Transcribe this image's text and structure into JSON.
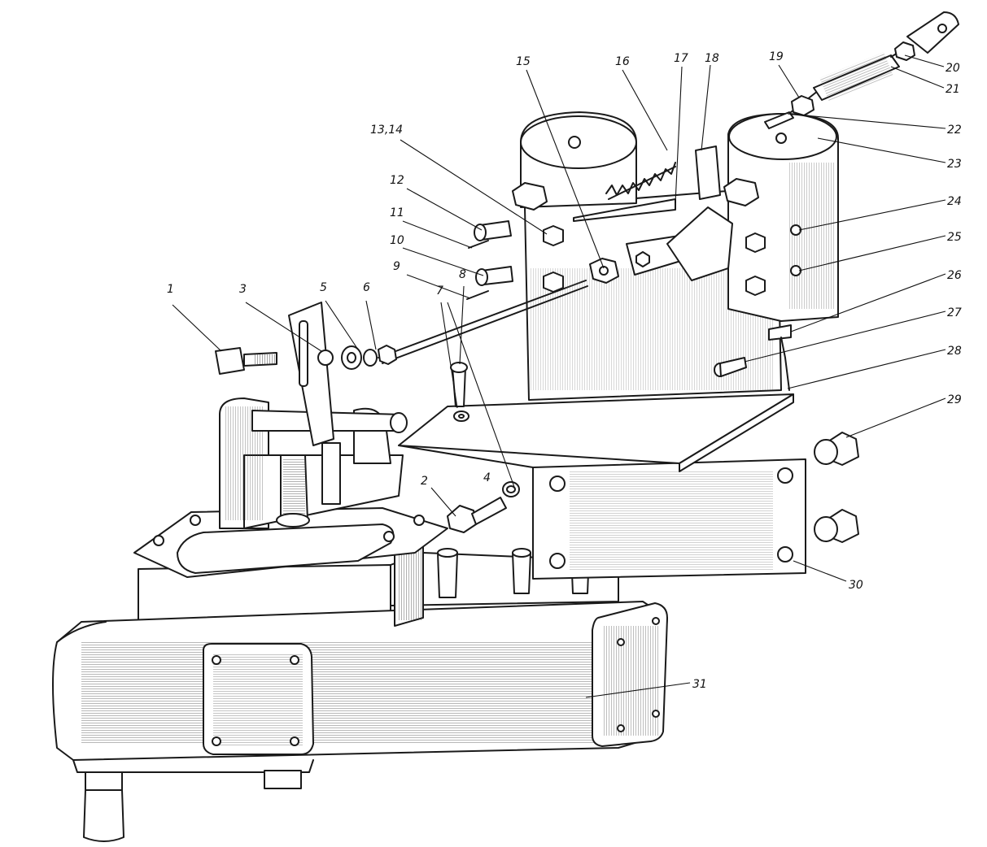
{
  "callouts": [
    {
      "id": "1",
      "label": "1"
    },
    {
      "id": "2",
      "label": "2"
    },
    {
      "id": "3",
      "label": "3"
    },
    {
      "id": "4",
      "label": "4"
    },
    {
      "id": "5",
      "label": "5"
    },
    {
      "id": "6",
      "label": "6"
    },
    {
      "id": "7",
      "label": "7"
    },
    {
      "id": "8",
      "label": "8"
    },
    {
      "id": "9",
      "label": "9"
    },
    {
      "id": "10",
      "label": "10"
    },
    {
      "id": "11",
      "label": "11"
    },
    {
      "id": "12",
      "label": "12"
    },
    {
      "id": "13-14",
      "label": "13,14"
    },
    {
      "id": "15",
      "label": "15"
    },
    {
      "id": "16",
      "label": "16"
    },
    {
      "id": "17",
      "label": "17"
    },
    {
      "id": "18",
      "label": "18"
    },
    {
      "id": "19",
      "label": "19"
    },
    {
      "id": "20",
      "label": "20"
    },
    {
      "id": "21",
      "label": "21"
    },
    {
      "id": "22",
      "label": "22"
    },
    {
      "id": "23",
      "label": "23"
    },
    {
      "id": "24",
      "label": "24"
    },
    {
      "id": "25",
      "label": "25"
    },
    {
      "id": "26",
      "label": "26"
    },
    {
      "id": "27",
      "label": "27"
    },
    {
      "id": "28",
      "label": "28"
    },
    {
      "id": "29",
      "label": "29"
    },
    {
      "id": "30",
      "label": "30"
    },
    {
      "id": "31",
      "label": "31"
    }
  ]
}
